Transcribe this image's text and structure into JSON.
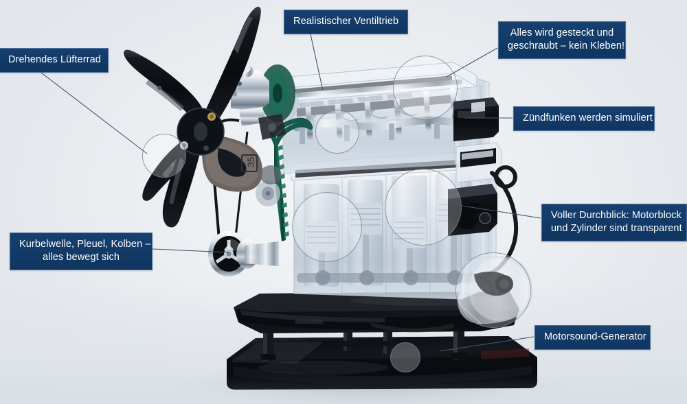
{
  "page": {
    "background_color": "#e7eaee",
    "subject": "Transparent four-cylinder engine model kit on black base"
  },
  "theme": {
    "label_fill": "#123a6b",
    "label_border": "#4d6f9c",
    "label_text": "#ffffff",
    "leader_line": "#3f5570",
    "lens_stroke": "#6e7d8c"
  },
  "callouts": [
    {
      "id": "fan",
      "name": "rotating-fan-wheel",
      "text": "Drehendes Lüfterrad",
      "align": "center",
      "lines": [
        "Drehendes Lüfterrad"
      ]
    },
    {
      "id": "valve",
      "name": "realistic-valve-train",
      "text": "Realistischer Ventiltrieb",
      "align": "center",
      "lines": [
        "Realistischer Ventiltrieb"
      ]
    },
    {
      "id": "screw",
      "name": "plug-and-screw-no-glue",
      "text": "Alles wird gesteckt und geschraubt – kein Kleben!",
      "align": "center",
      "lines": [
        "Alles wird gesteckt und",
        "geschraubt – kein Kleben!"
      ]
    },
    {
      "id": "spark",
      "name": "simulated-ignition-spark",
      "text": "Zündfunken werden simuliert",
      "align": "center",
      "lines": [
        "Zündfunken werden simuliert"
      ]
    },
    {
      "id": "transparent",
      "name": "transparent-engine-block",
      "text": "Voller Durchblick: Motorblock und Zylinder sind transparent",
      "align": "left",
      "lines": [
        "Voller Durchblick: Motorblock",
        "und Zylinder sind transparent"
      ]
    },
    {
      "id": "crank",
      "name": "moving-crankshaft-piston",
      "text": "Kurbelwelle, Pleuel, Kolben – alles bewegt sich",
      "align": "center",
      "lines": [
        "Kurbelwelle, Pleuel, Kolben –",
        "alles bewegt sich"
      ]
    },
    {
      "id": "sound",
      "name": "engine-sound-generator",
      "text": "Motorsound-Generator",
      "align": "center",
      "lines": [
        "Motorsound-Generator"
      ]
    }
  ]
}
